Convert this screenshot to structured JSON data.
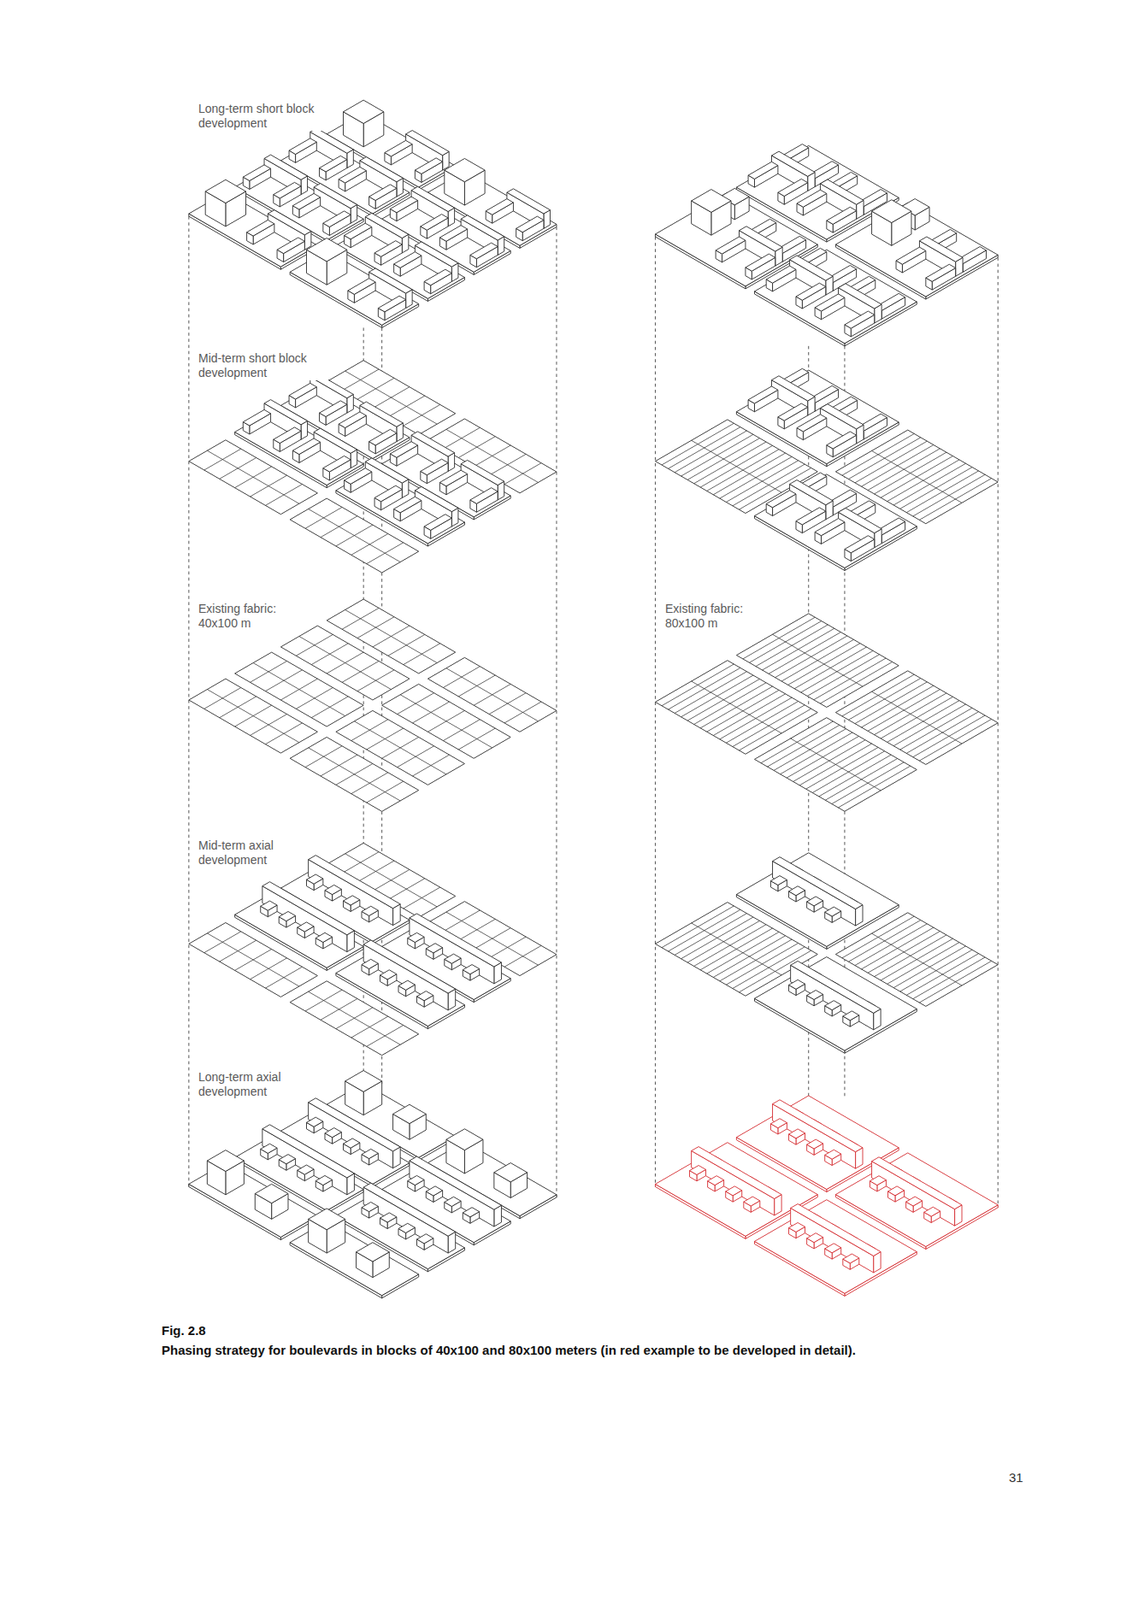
{
  "diagram": {
    "caption": "Phasing strategy for boulevards in blocks of 40x100 and 80x100 meters (in red example to be developed in detail).",
    "labels": [
      "Long-term short block development",
      "Mid-term short block development",
      "Existing fabric: 40x100 m",
      "Mid-term axial development",
      "Long-term axial development",
      "Existing fabric: 80x100 m",
      "Fig. 2.8",
      "31"
    ]
  }
}
